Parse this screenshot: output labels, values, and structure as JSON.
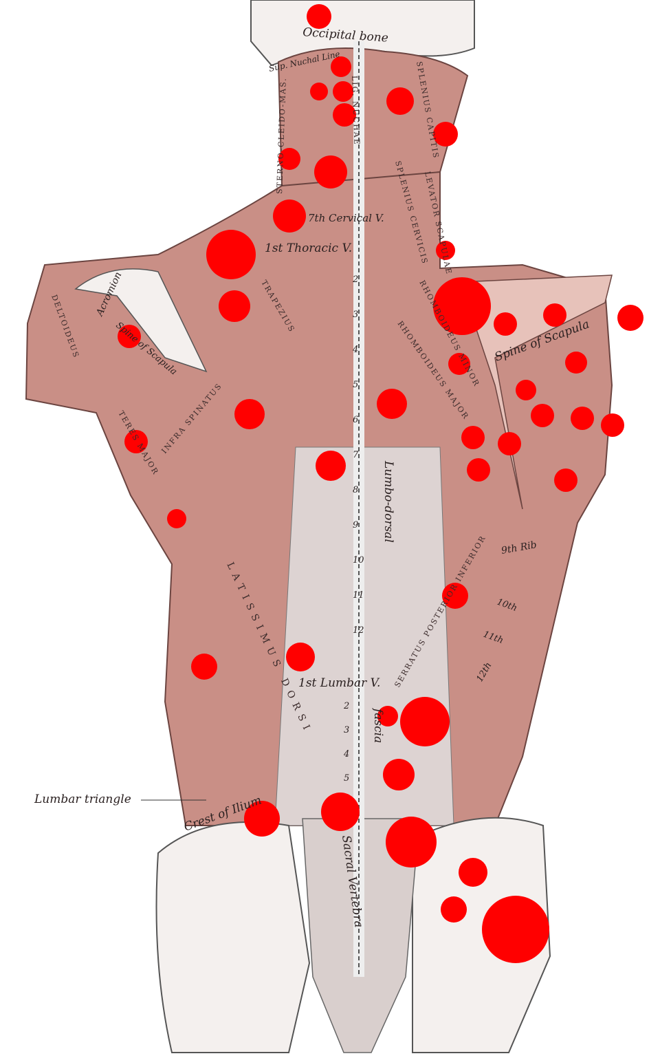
{
  "colors": {
    "marker": "#ff0000",
    "muscle": "#c98f86",
    "muscle_dark": "#8a5a55",
    "bone": "#f4f0ee",
    "ink": "#2a2020"
  },
  "labels": {
    "occipital_bone": "Occipital bone",
    "sup_nuchal_line": "Sup. Nuchal Line",
    "sterno_cleido_mas": "STERNO-CLEIDO-MAS.",
    "lig_nuchae": "LIG. NUCHAE",
    "splenius_capitis": "SPLENIUS CAPITIS",
    "levator_scapulae": "LEVATOR SCAPULAE",
    "seventh_cervical": "7th Cervical V.",
    "first_thoracic": "1st Thoracic V.",
    "splenius_cervicis": "SPLENIUS CERVICIS",
    "rhomboideus_minor": "RHOMBOIDEUS MINOR",
    "rhomboideus_major": "RHOMBOIDEUS MAJOR",
    "acromion": "Acromion",
    "spine_of_scapula_left": "Spine of Scapula",
    "spine_of_scapula_right": "Spine of Scapula",
    "deltoideus": "DELTOIDEUS",
    "trapezius": "TRAPEZIUS",
    "infraspinatus": "INFRA SPINATUS",
    "teres_major": "TERES MAJOR",
    "latissimus_dorsi": "LATISSIMUS DORSI",
    "lumbo_dorsal": "Lumbo-dorsal",
    "fascia": "fascia",
    "serratus": "SERRATUS POSTERIOR INFERIOR",
    "rib_9": "9th Rib",
    "rib_10": "10th",
    "rib_11": "11th",
    "rib_12": "12th",
    "first_lumbar": "1st Lumbar V.",
    "lumbar_triangle": "Lumbar triangle",
    "crest_of_ilium": "Crest of Ilium",
    "sacral_vertebra": "Sacral Vertebra"
  },
  "thoracic_numbers": [
    "2",
    "3",
    "4",
    "5",
    "6",
    "7",
    "8",
    "9",
    "10",
    "11",
    "12"
  ],
  "lumbar_numbers": [
    "2",
    "3",
    "4",
    "5"
  ]
}
